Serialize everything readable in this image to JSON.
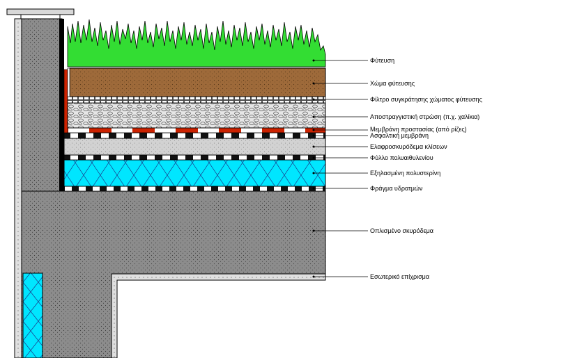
{
  "labels": [
    "Φύτευση",
    "Χώμα φύτευσης",
    "Φίλτρο συγκράτησης χώματος φύτευσης",
    "Αποστραγγιστική στρώση (π.χ. χαλίκια)",
    "Μεμβράνη προστασίας (από ρίζες)",
    "Ασφαλτική μεμβράνη",
    "Ελαφροσκυρόδεμα κλίσεων",
    "Φύλλο πολυαιθυλενίου",
    "Εξηλασμένη πολυστερίνη",
    "Φράγμα υδρατμών",
    "Οπλισμένο σκυρόδεμα",
    "Εσωτερικό επίχρισμα"
  ],
  "colors": {
    "vegetation": "#33dd33",
    "soil": "#9e6a3a",
    "concrete": "#8c8c8c",
    "light_concrete": "#d0d0d0",
    "polystyrene": "#00e6ff",
    "membrane_red": "#cc2200",
    "outline": "#000000"
  }
}
